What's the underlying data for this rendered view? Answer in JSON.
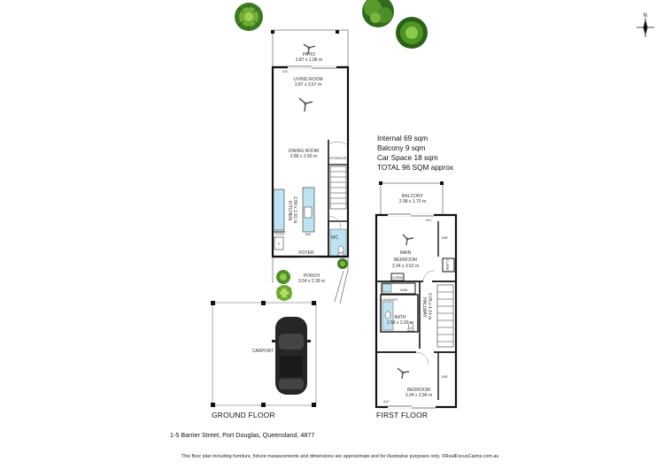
{
  "north_label": "N",
  "rooms": {
    "patio": {
      "name": "PATIO",
      "dims": "3.87 x 1.96 m"
    },
    "living": {
      "name": "LIVING ROOM",
      "dims": "3.87 x 3.67 m"
    },
    "dining": {
      "name": "DINING ROOM",
      "dims": "2.89 x 2.60 m"
    },
    "kitchen": {
      "name": "KITCHEN",
      "dims": "2.89 x 1.91 m"
    },
    "storage": {
      "name": "STORAGE"
    },
    "wc": {
      "name": "WC"
    },
    "foyer": {
      "name": "FOYER"
    },
    "porch": {
      "name": "PORCH",
      "dims": "3.54 x 2.39 m"
    },
    "carport": {
      "name": "CARPORT"
    },
    "balcony": {
      "name": "BALCONY",
      "dims": "2.98 x 1.70 m"
    },
    "main_bed": {
      "name": "MAIN",
      "name2": "BEDROOM",
      "dims": "3.34 x 3.52 m"
    },
    "bir": {
      "name": "BIR"
    },
    "cupbd": {
      "name": "CUPBD"
    },
    "wim": {
      "name": "WIM"
    },
    "laundry": {
      "name": "LAUNDRY"
    },
    "bath": {
      "name": "BATH",
      "dims": "1.58 x 2.69 m"
    },
    "hallway": {
      "name": "HALLWAY",
      "dims": "2.05 x 4.14 m"
    },
    "bedroom": {
      "name": "BEDROOM",
      "dims": "3.34 x 2.84 m"
    },
    "pantry": {
      "name": "PTRY"
    },
    "fridge": {
      "name": "F"
    },
    "dw": {
      "name": "DW"
    },
    "ac": {
      "name": "A/C"
    }
  },
  "areas": {
    "internal": "Internal 69 sqm",
    "balcony": "Balcony 9 sqm",
    "car": "Car Space 18 sqm",
    "total": "TOTAL 96 SQM approx"
  },
  "floor_labels": {
    "ground": "GROUND FLOOR",
    "first": "FIRST FLOOR"
  },
  "address": "1-5 Barrier Street, Port Douglas, Queensland, 4877",
  "disclaimer": "This floor plan including furniture, fixture measurements and dimensions are approximate and for illustrative purposes only. ©RealFocusCairns.com.au",
  "colors": {
    "wall": "#111111",
    "fixture_blue": "#bfe3f2",
    "tree_dark": "#2f6b1e",
    "tree_light": "#7dbb3a",
    "tree_mid": "#4d8f27"
  }
}
